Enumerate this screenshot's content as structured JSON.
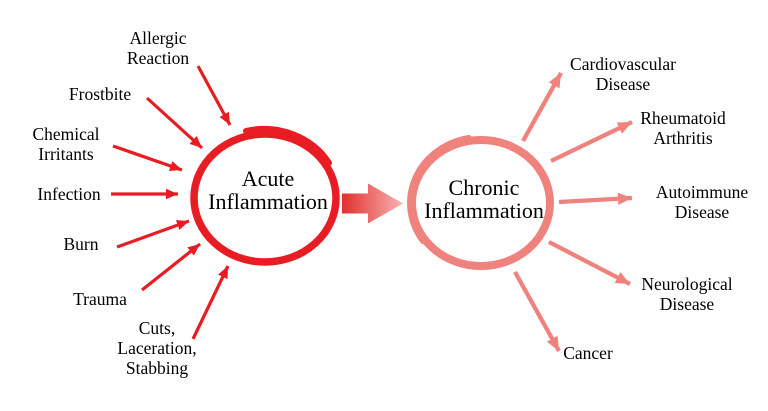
{
  "diagram": {
    "nodes": {
      "acute": {
        "label": "Acute\nInflammation"
      },
      "chronic": {
        "label": "Chronic\nInflammation"
      }
    },
    "causes": [
      {
        "label": "Allergic\nReaction"
      },
      {
        "label": "Frostbite"
      },
      {
        "label": "Chemical\nIrritants"
      },
      {
        "label": "Infection"
      },
      {
        "label": "Burn"
      },
      {
        "label": "Trauma"
      },
      {
        "label": "Cuts,\nLaceration,\nStabbing"
      }
    ],
    "outcomes": [
      {
        "label": "Cardiovascular\nDisease"
      },
      {
        "label": "Rheumatoid\nArthritis"
      },
      {
        "label": "Autoimmune\nDisease"
      },
      {
        "label": "Neurological\nDisease"
      },
      {
        "label": "Cancer"
      }
    ],
    "colors": {
      "acute_red": "#e81c23",
      "chronic_salmon": "#f0827e",
      "big_arrow_start": "#e13030",
      "big_arrow_end": "#f7b4b0",
      "text": "#000000",
      "background": "#ffffff"
    }
  }
}
